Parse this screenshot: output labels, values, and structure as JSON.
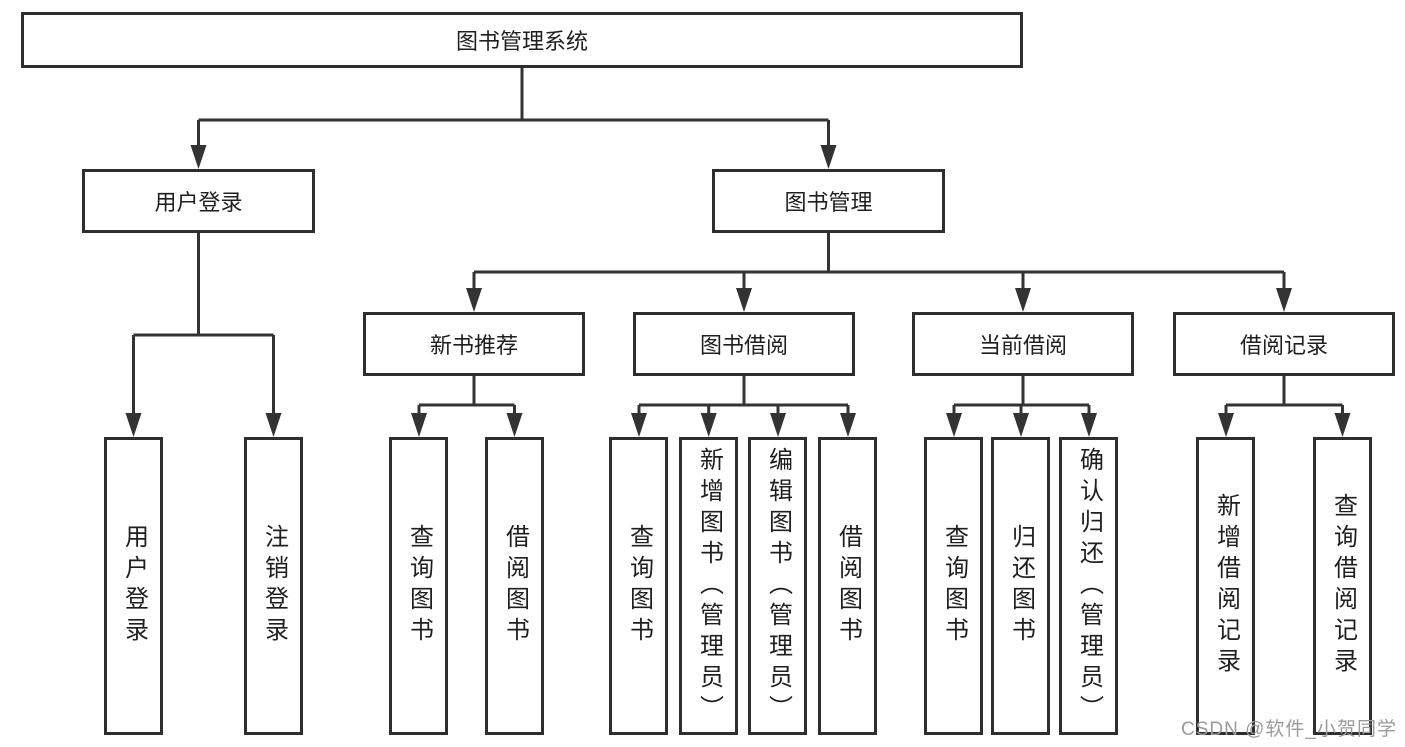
{
  "root": {
    "label": "图书管理系统"
  },
  "branches": {
    "user_login": {
      "label": "用户登录",
      "children": [
        {
          "label": "用户登录"
        },
        {
          "label": "注销登录"
        }
      ]
    },
    "book_management": {
      "label": "图书管理",
      "sections": [
        {
          "label": "新书推荐",
          "children": [
            {
              "label": "查询图书"
            },
            {
              "label": "借阅图书"
            }
          ]
        },
        {
          "label": "图书借阅",
          "children": [
            {
              "label": "查询图书"
            },
            {
              "label": "新增图书（管理员）"
            },
            {
              "label": "编辑图书（管理员）"
            },
            {
              "label": "借阅图书"
            }
          ]
        },
        {
          "label": "当前借阅",
          "children": [
            {
              "label": "查询图书"
            },
            {
              "label": "归还图书"
            },
            {
              "label": "确认归还（管理员）"
            }
          ]
        },
        {
          "label": "借阅记录",
          "children": [
            {
              "label": "新增借阅记录"
            },
            {
              "label": "查询借阅记录"
            }
          ]
        }
      ]
    }
  },
  "watermark": "CSDN @软件_小贺同学",
  "colors": {
    "line": "#333333",
    "box_border": "#2e2e2e",
    "text": "#1f1f1f",
    "watermark": "#9b9b9b",
    "background": "#ffffff"
  }
}
